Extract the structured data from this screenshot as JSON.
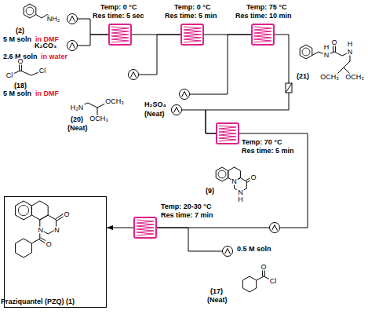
{
  "diagram": {
    "nodes": [
      {
        "text": [
          "(2)",
          "5 M soln",
          "in DMF"
        ]
      },
      {
        "text": [
          "K₂CO₃",
          "2.6 M soln",
          "in water"
        ]
      },
      {
        "text": [
          "Temp: 0 °C",
          "Res time: 5 sec"
        ]
      },
      {
        "text": [
          "(18)",
          "5 M soln",
          "in DMF"
        ]
      },
      {
        "text": [
          "Temp: 0 °C",
          "Res time: 5 min"
        ]
      },
      {
        "text": [
          "(20)",
          "(Neat)"
        ]
      },
      {
        "text": [
          "Temp: 75 °C",
          "Res time: 10 min"
        ]
      },
      {
        "text": [
          "H₂SO₄",
          "(Neat)"
        ]
      },
      {
        "text": [
          "Temp: 70 °C",
          "Res time: 5 min"
        ]
      },
      {
        "text": [
          "Temp: 20-30 °C",
          "Res time: 7 min"
        ]
      },
      {
        "text": [
          "0.5 M soln",
          "(17)",
          "(Neat)"
        ]
      },
      {
        "text": [
          "O",
          "N",
          "N",
          "O",
          "Praziquantel (PZQ) (1)"
        ]
      }
    ],
    "edges": [
      {
        "from": 0,
        "to": 2,
        "arrow": "none"
      },
      {
        "from": 1,
        "to": 2,
        "arrow": "none"
      },
      {
        "from": 2,
        "to": 4,
        "arrow": "none"
      },
      {
        "from": 3,
        "to": 4,
        "arrow": "none"
      },
      {
        "from": 4,
        "to": 6,
        "arrow": "none"
      },
      {
        "from": 5,
        "to": 6,
        "arrow": "none"
      },
      {
        "from": 6,
        "to": 8,
        "arrow": "none"
      },
      {
        "from": 7,
        "to": 8,
        "arrow": "none"
      },
      {
        "from": 8,
        "to": 9,
        "arrow": "none"
      },
      {
        "from": 10,
        "to": 9,
        "arrow": "none"
      },
      {
        "from": 9,
        "to": 11,
        "arrow": "to"
      }
    ],
    "labels": [
      "NH₂",
      "Cl",
      "O",
      "Cl",
      "H₂N",
      "OCH₃",
      "OCH₃",
      "H",
      "N",
      "O",
      "N",
      "H",
      "OCH₃",
      "OCH₃",
      "(21)",
      "O",
      "N",
      "N",
      "H",
      "(9)",
      "O",
      "Cl"
    ]
  }
}
